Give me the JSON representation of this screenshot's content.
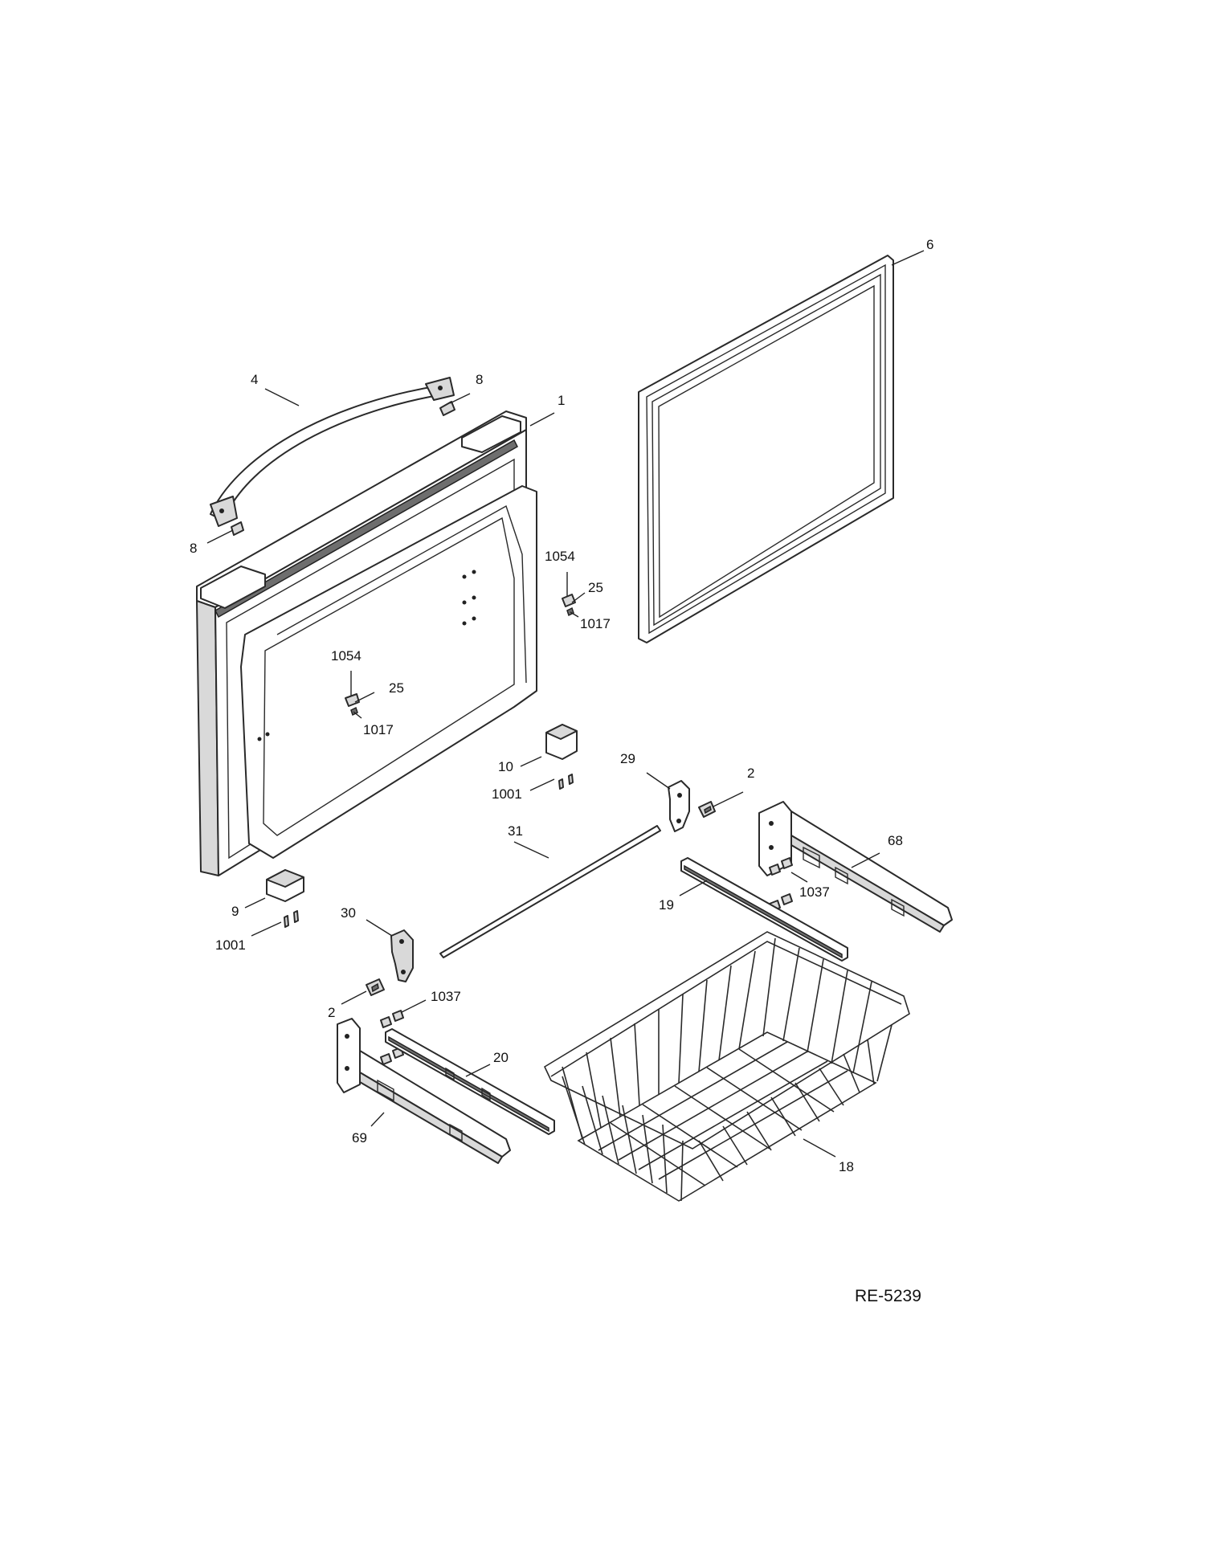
{
  "callouts": {
    "c1": "1",
    "c2a": "2",
    "c2b": "2",
    "c4": "4",
    "c6": "6",
    "c8a": "8",
    "c8b": "8",
    "c9": "9",
    "c10": "10",
    "c18": "18",
    "c19": "19",
    "c20": "20",
    "c25a": "25",
    "c25b": "25",
    "c29": "29",
    "c30": "30",
    "c31": "31",
    "c68": "68",
    "c69": "69",
    "c1001a": "1001",
    "c1001b": "1001",
    "c1017a": "1017",
    "c1017b": "1017",
    "c1037a": "1037",
    "c1037b": "1037",
    "c1054a": "1054",
    "c1054b": "1054"
  },
  "reference_code": "RE-5239"
}
